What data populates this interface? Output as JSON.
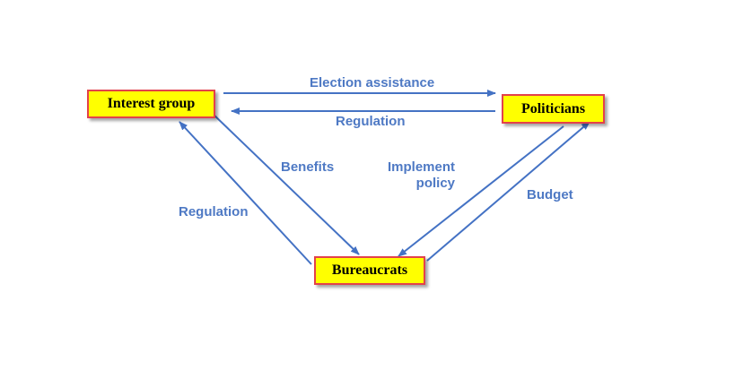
{
  "nodes": {
    "interest_group": "Interest group",
    "politicians": "Politicians",
    "bureaucrats": "Bureaucrats"
  },
  "edges": {
    "election_assistance": "Election assistance",
    "regulation_politicians_to_interest": "Regulation",
    "benefits": "Benefits",
    "implement_policy_line1": "Implement",
    "implement_policy_line2": "policy",
    "budget": "Budget",
    "regulation_bureaucrats_to_interest": "Regulation"
  },
  "colors": {
    "arrow": "#4472c4",
    "label": "#4e79c4",
    "node_fill": "#ffff00",
    "node_border": "#e3414a"
  }
}
